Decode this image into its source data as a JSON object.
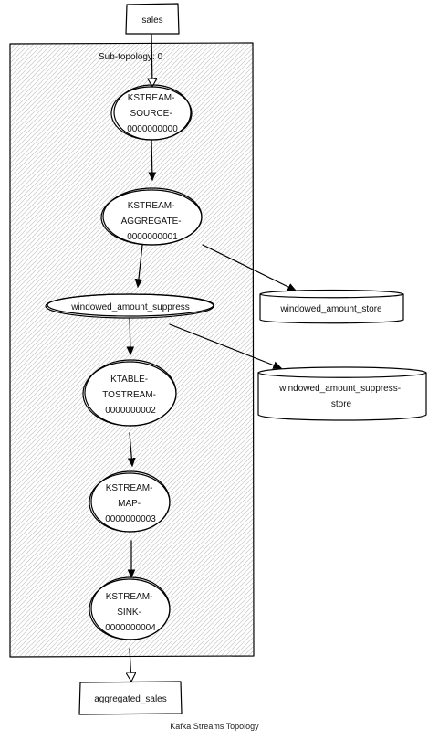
{
  "diagram": {
    "caption": "Kafka Streams Topology",
    "subtopology_label": "Sub-topology: 0",
    "topics": {
      "input": "sales",
      "output": "aggregated_sales"
    },
    "nodes": {
      "source": [
        "KSTREAM-",
        "SOURCE-",
        "0000000000"
      ],
      "aggregate": [
        "KSTREAM-",
        "AGGREGATE-",
        "0000000001"
      ],
      "suppress": [
        "windowed_amount_suppress"
      ],
      "totostream": [
        "KTABLE-",
        "TOSTREAM-",
        "0000000002"
      ],
      "map": [
        "KSTREAM-",
        "MAP-",
        "0000000003"
      ],
      "sink": [
        "KSTREAM-",
        "SINK-",
        "0000000004"
      ]
    },
    "stores": {
      "amount_store": [
        "windowed_amount_store"
      ],
      "suppress_store": [
        "windowed_amount_suppress-",
        "store"
      ]
    }
  }
}
